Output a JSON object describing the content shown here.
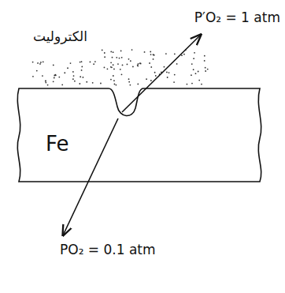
{
  "diagram": {
    "nodes": [
      {
        "text": [
          "Fe"
        ]
      }
    ],
    "labels": [
      "الکترولیت",
      "P′O₂ = 1 atm",
      "PO₂ = 0.1 atm"
    ]
  }
}
